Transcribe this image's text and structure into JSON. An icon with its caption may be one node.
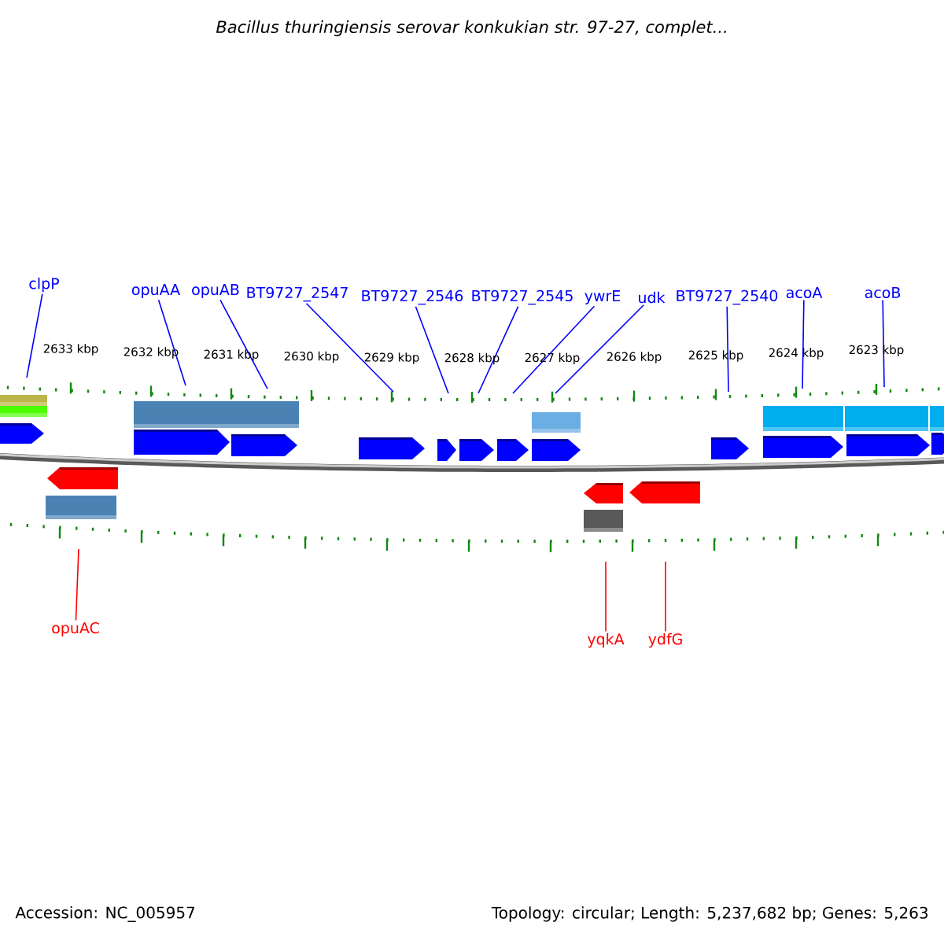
{
  "diagram": {
    "title": "Bacillus thuringiensis serovar konkukian str. 97-27, complet...",
    "nodes": [
      {
        "text": [
          "clpP"
        ]
      },
      {
        "text": [
          "opuAA"
        ]
      },
      {
        "text": [
          "opuAB"
        ]
      },
      {
        "text": [
          "BT9727_2547"
        ]
      },
      {
        "text": [
          "BT9727_2546"
        ]
      },
      {
        "text": [
          "BT9727_2545"
        ]
      },
      {
        "text": [
          "ywrE"
        ]
      },
      {
        "text": [
          "udk"
        ]
      },
      {
        "text": [
          "BT9727_2540"
        ]
      },
      {
        "text": [
          "acoA"
        ]
      },
      {
        "text": [
          "acoB"
        ]
      },
      {
        "text": [
          "opuAC"
        ]
      },
      {
        "text": [
          "yqkA"
        ]
      },
      {
        "text": [
          "ydfG"
        ]
      }
    ],
    "edges": [
      {
        "from": 0,
        "to": null,
        "arrow": "none"
      },
      {
        "from": 1,
        "to": null,
        "arrow": "none"
      },
      {
        "from": 2,
        "to": null,
        "arrow": "none"
      },
      {
        "from": 3,
        "to": null,
        "arrow": "none"
      },
      {
        "from": 4,
        "to": null,
        "arrow": "none"
      },
      {
        "from": 5,
        "to": null,
        "arrow": "none"
      },
      {
        "from": 6,
        "to": null,
        "arrow": "none"
      },
      {
        "from": 7,
        "to": null,
        "arrow": "none"
      },
      {
        "from": 8,
        "to": null,
        "arrow": "none"
      },
      {
        "from": 9,
        "to": null,
        "arrow": "none"
      },
      {
        "from": 10,
        "to": null,
        "arrow": "none"
      },
      {
        "from": 11,
        "to": null,
        "arrow": "none",
        "color": "#ff0000"
      },
      {
        "from": 12,
        "to": null,
        "arrow": "none",
        "color": "#ff0000"
      },
      {
        "from": 13,
        "to": null,
        "arrow": "none",
        "color": "#ff0000"
      }
    ],
    "labels": [
      "2633 kbp",
      "2632 kbp",
      "2631 kbp",
      "2630 kbp",
      "2629 kbp",
      "2628 kbp",
      "2627 kbp",
      "2626 kbp",
      "2625 kbp",
      "2624 kbp",
      "2623 kbp",
      "Accession: NC_005957",
      "Topology: circular; Length: 5,237,682 bp; Genes: 5,263"
    ]
  }
}
